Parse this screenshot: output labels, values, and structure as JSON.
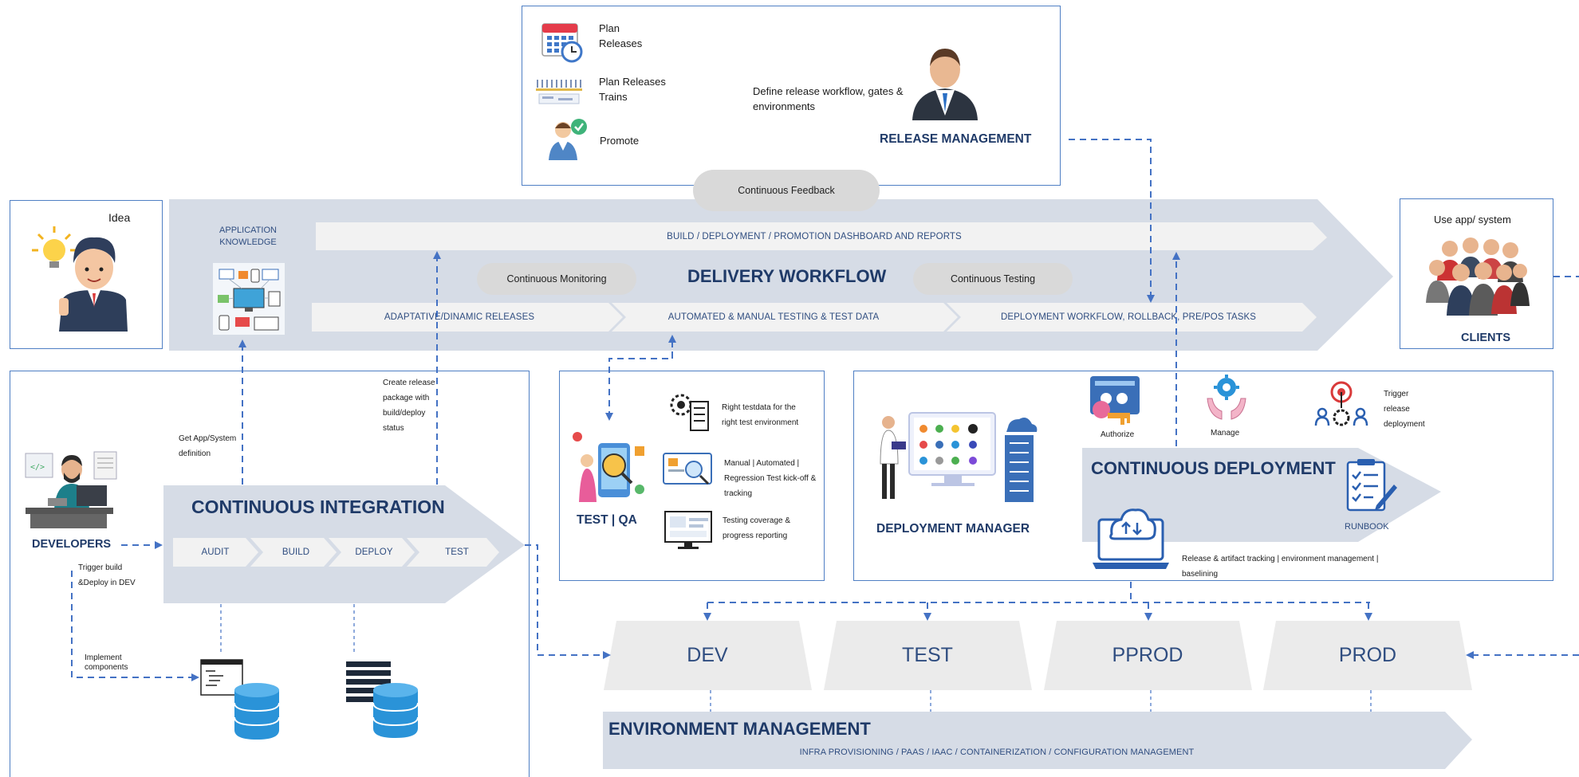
{
  "release": {
    "plan_releases": "Plan Releases",
    "plan_release_trains": "Plan Releases Trains",
    "promote": "Promote",
    "define": "Define release workflow, gates & environments",
    "title": "RELEASE MANAGEMENT",
    "continuous_feedback": "Continuous  Feedback"
  },
  "idea": {
    "label": "Idea"
  },
  "clients": {
    "use_app": "Use app/ system",
    "title": "CLIENTS"
  },
  "delivery": {
    "app_knowledge": "APPLICATION KNOWLEDGE",
    "dashboard": "BUILD / DEPLOYMENT / PROMOTION DASHBOARD AND REPORTS",
    "continuous_monitoring": "Continuous  Monitoring",
    "title": "DELIVERY WORKFLOW",
    "continuous_testing": "Continuous  Testing",
    "stages": [
      "ADAPTATIVE/DINAMIC RELEASES",
      "AUTOMATED & MANUAL TESTING & TEST DATA",
      "DEPLOYMENT WORKFLOW, ROLLBACK, PRE/POS TASKS"
    ]
  },
  "ci": {
    "title": "CONTINUOUS INTEGRATION",
    "steps": [
      "AUDIT",
      "BUILD",
      "DEPLOY",
      "TEST"
    ],
    "developers": "DEVELOPERS",
    "get_app": "Get App/System definition",
    "create_release": "Create release package with build/deploy status",
    "trigger_build": "Trigger build &Deploy in DEV",
    "implement": "Implement components"
  },
  "qa": {
    "title": "TEST | QA",
    "right_testdata": "Right testdata for the right test environment",
    "manual_auto": "Manual | Automated | Regression Test kick-off & tracking",
    "coverage": "Testing coverage & progress reporting"
  },
  "cd": {
    "deployment_manager": "DEPLOYMENT MANAGER",
    "title": "CONTINUOUS DEPLOYMENT",
    "authorize": "Authorize",
    "manage": "Manage",
    "trigger": "Trigger release deployment",
    "runbook": "RUNBOOK",
    "tracking": "Release & artifact tracking | environment management | baselining"
  },
  "envs": [
    "DEV",
    "TEST",
    "PPROD",
    "PROD"
  ],
  "env_mgmt": {
    "title": "ENVIRONMENT MANAGEMENT",
    "subtitle": "INFRA PROVISIONING / PAAS / IAAC / CONTAINERIZATION / CONFIGURATION MANAGEMENT"
  },
  "colors": {
    "accent": "#4472c4",
    "box_border": "#4f7fc4",
    "band": "#d6dce6",
    "chevron": "#f2f2f2",
    "title_navy": "#1f3a68"
  }
}
